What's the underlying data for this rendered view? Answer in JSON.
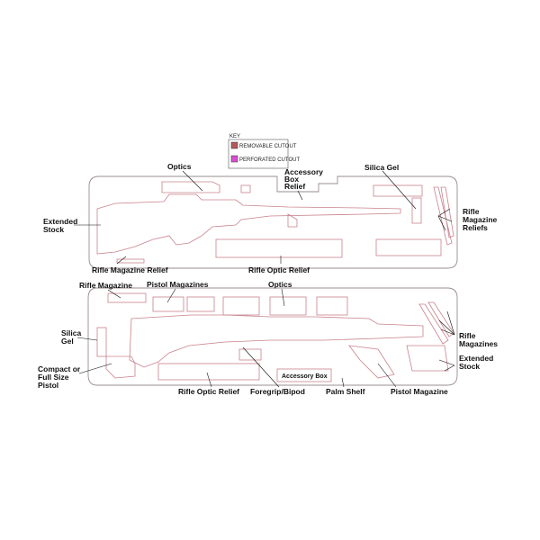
{
  "key": {
    "title": "KEY",
    "items": [
      {
        "label": "REMOVABLE CUTOUT",
        "color": "#b55a5a"
      },
      {
        "label": "PERFORATED CUTOUT",
        "color": "#d94fd2"
      }
    ]
  },
  "colors": {
    "outline": "#9a8d8d",
    "cut_line": "#c8828c"
  },
  "top_tray": {
    "labels": {
      "optics": "Optics",
      "accessory_box_relief_1": "Accessory",
      "accessory_box_relief_2": "Box",
      "accessory_box_relief_3": "Relief",
      "silica_gel": "Silica Gel",
      "extended_stock_1": "Extended",
      "extended_stock_2": "Stock",
      "rifle_magazine_reliefs_1": "Rifle",
      "rifle_magazine_reliefs_2": "Magazine",
      "rifle_magazine_reliefs_3": "Reliefs",
      "rifle_magazine_relief": "Rifle Magazine Relief",
      "rifle_optic_relief": "Rifle Optic Relief"
    }
  },
  "bottom_tray": {
    "labels": {
      "rifle_magazine": "Rifle Magazine",
      "pistol_magazines": "Pistol Magazines",
      "optics": "Optics",
      "silica_gel_1": "Silica",
      "silica_gel_2": "Gel",
      "compact_pistol_1": "Compact or",
      "compact_pistol_2": "Full Size",
      "compact_pistol_3": "Pistol",
      "rifle_magazines_1": "Rifle",
      "rifle_magazines_2": "Magazines",
      "extended_stock_1": "Extended",
      "extended_stock_2": "Stock",
      "accessory_box": "Accessory Box",
      "rifle_optic_relief": "Rifle Optic Relief",
      "foregrip_bipod": "Foregrip/Bipod",
      "palm_shelf": "Palm Shelf",
      "pistol_magazine": "Pistol Magazine"
    }
  }
}
